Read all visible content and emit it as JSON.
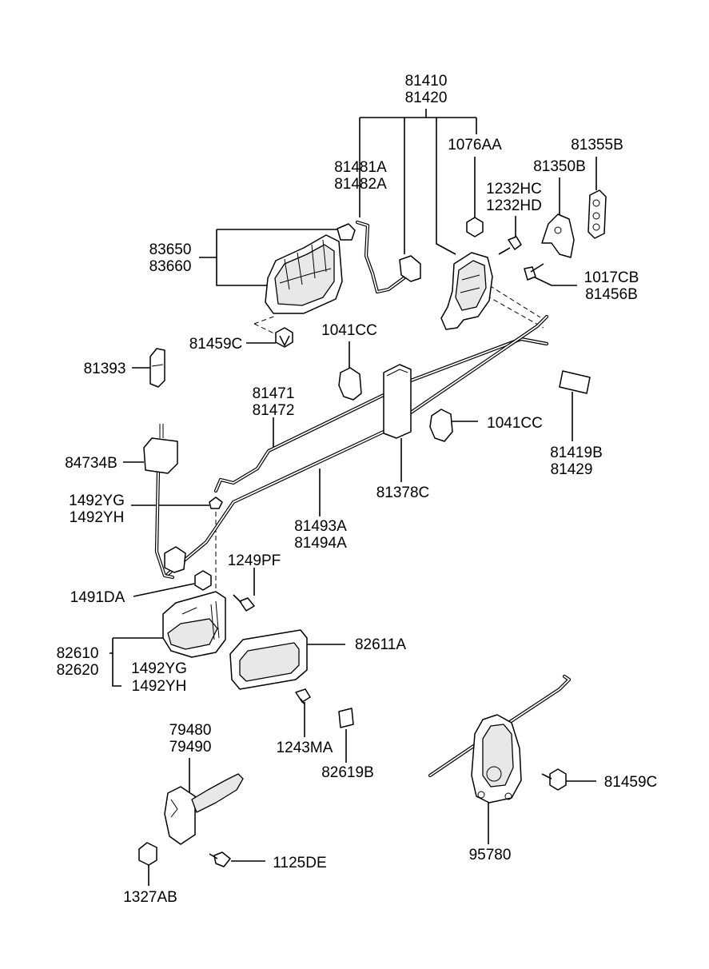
{
  "parts": {
    "p81410": [
      "81410",
      "81420"
    ],
    "p1076AA": [
      "1076AA"
    ],
    "p81355B": [
      "81355B"
    ],
    "p81481A": [
      "81481A",
      "81482A"
    ],
    "p81350B": [
      "81350B"
    ],
    "p1232HC": [
      "1232HC",
      "1232HD"
    ],
    "p83650": [
      "83650",
      "83660"
    ],
    "p1017CB": [
      "1017CB",
      "81456B"
    ],
    "p81459C_top": [
      "81459C"
    ],
    "p1041CC_top": [
      "1041CC"
    ],
    "p81393": [
      "81393"
    ],
    "p81471": [
      "81471",
      "81472"
    ],
    "p1041CC_right": [
      "1041CC"
    ],
    "p84734B": [
      "84734B"
    ],
    "p81419B": [
      "81419B",
      "81429"
    ],
    "p1492YG_top": [
      "1492YG",
      "1492YH"
    ],
    "p81378C": [
      "81378C"
    ],
    "p81493A": [
      "81493A",
      "81494A"
    ],
    "p1249PF": [
      "1249PF"
    ],
    "p1491DA": [
      "1491DA"
    ],
    "p82610": [
      "82610",
      "82620"
    ],
    "p82611A": [
      "82611A"
    ],
    "p1492YG_bottom": [
      "1492YG",
      "1492YH"
    ],
    "p79480": [
      "79480",
      "79490"
    ],
    "p1243MA": [
      "1243MA"
    ],
    "p82619B": [
      "82619B"
    ],
    "p81459C_bottom": [
      "81459C"
    ],
    "p1125DE": [
      "1125DE"
    ],
    "p95780": [
      "95780"
    ],
    "p1327AB": [
      "1327AB"
    ]
  }
}
